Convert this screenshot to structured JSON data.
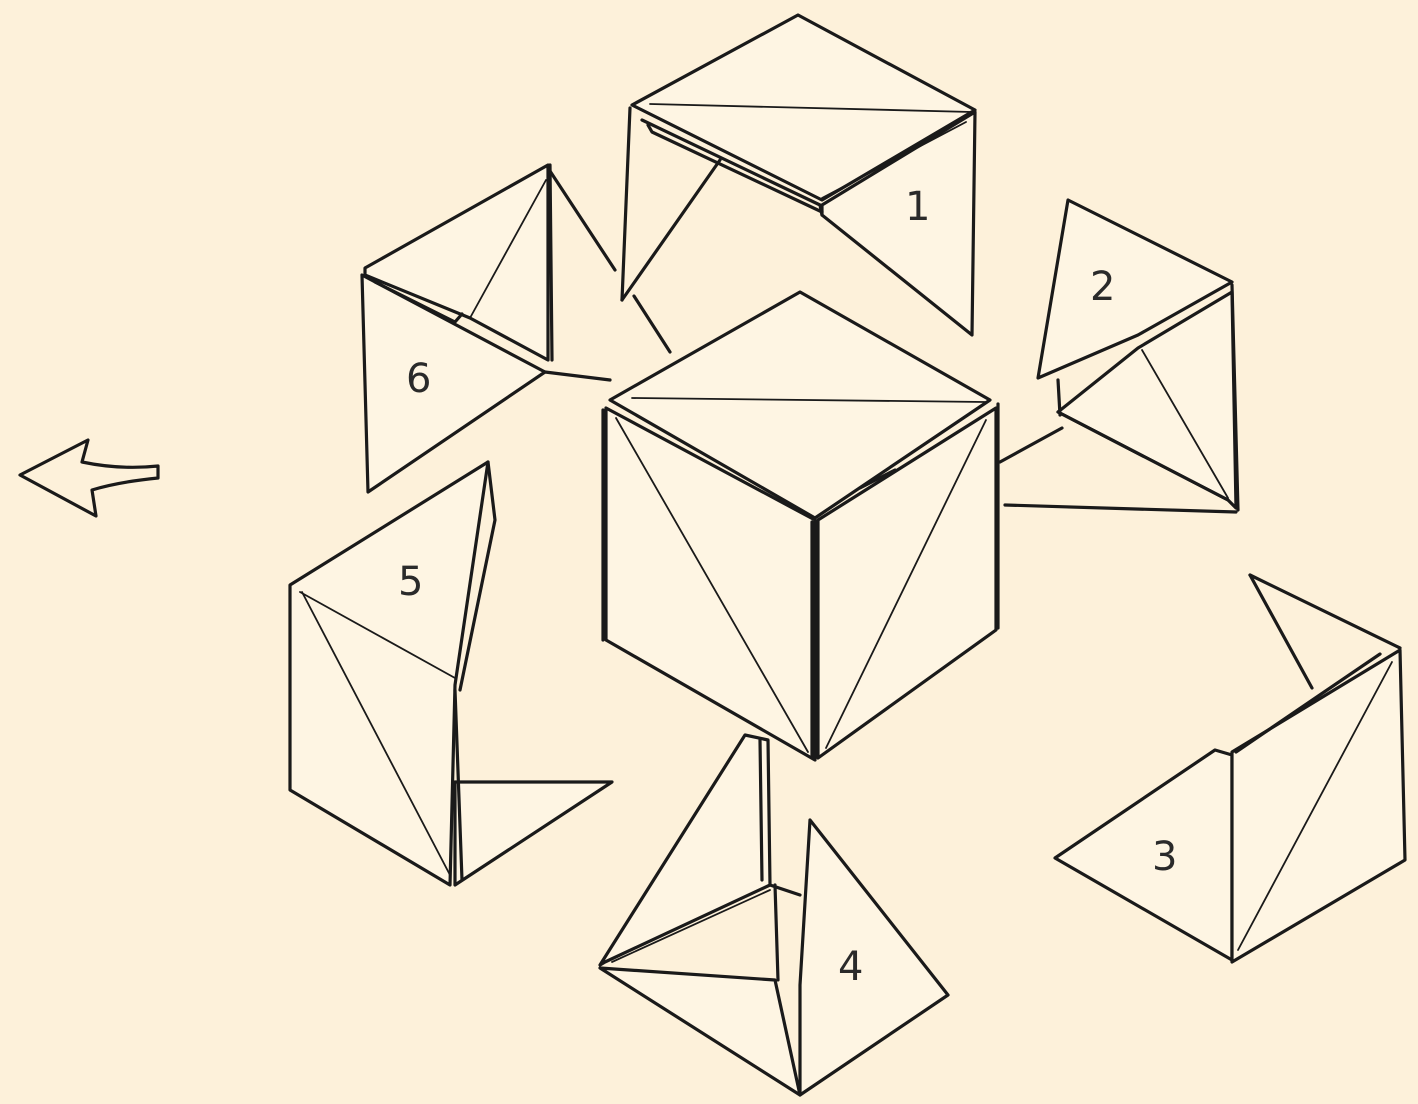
{
  "diagram": {
    "units": [
      {
        "id": "unit-1",
        "label": "1"
      },
      {
        "id": "unit-2",
        "label": "2"
      },
      {
        "id": "unit-3",
        "label": "3"
      },
      {
        "id": "unit-4",
        "label": "4"
      },
      {
        "id": "unit-5",
        "label": "5"
      },
      {
        "id": "unit-6",
        "label": "6"
      }
    ],
    "direction_arrow": "left-arrow-icon",
    "colors": {
      "background": "#fdf1da",
      "ink": "#1a1a1a"
    }
  }
}
